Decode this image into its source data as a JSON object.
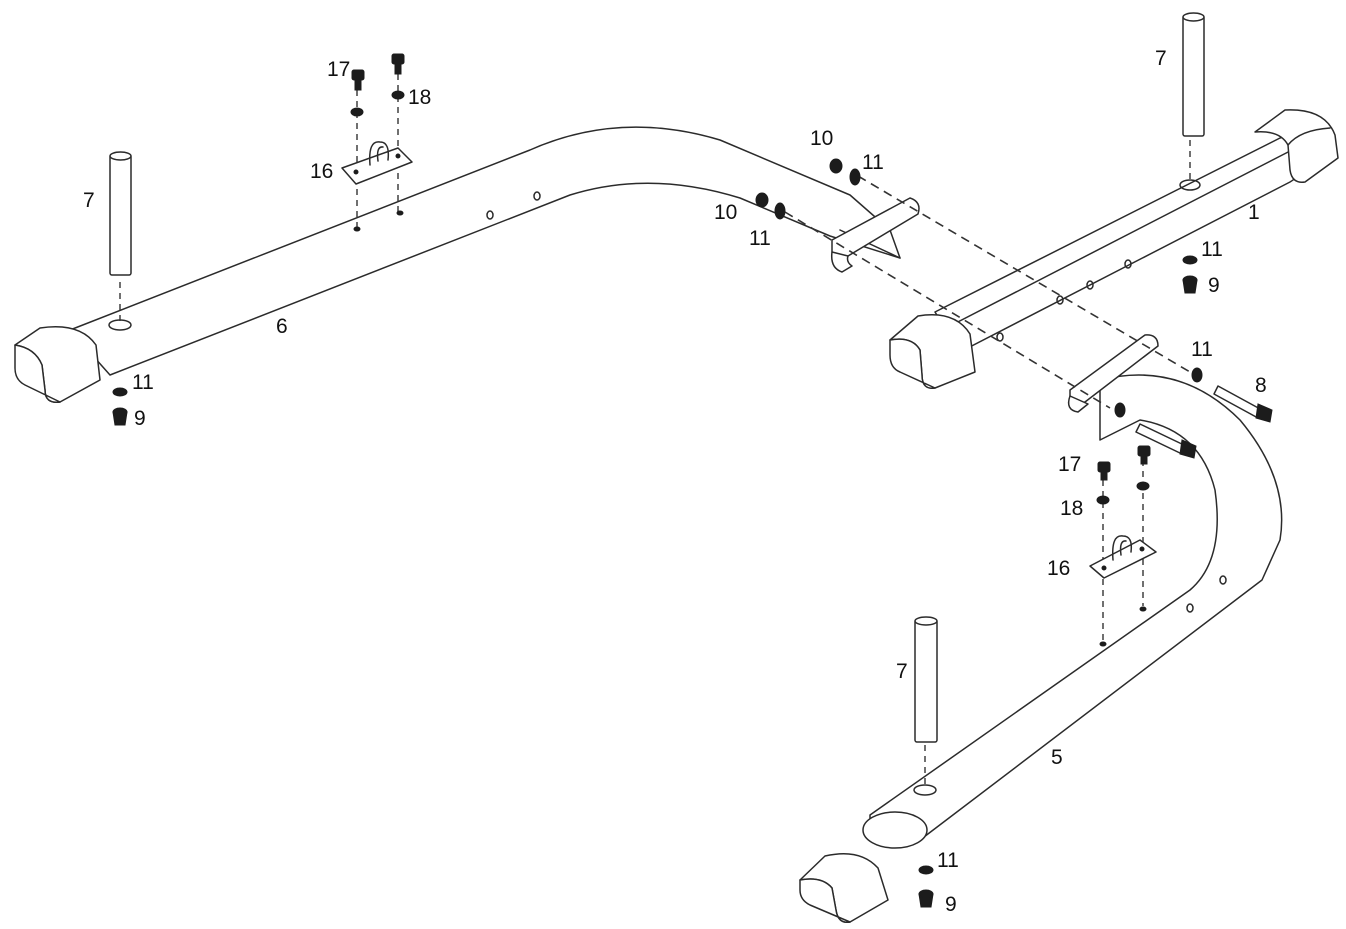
{
  "labels": {
    "top_left_17": "17",
    "top_left_18": "18",
    "top_left_16": "16",
    "left_post_7": "7",
    "left_bar_6": "6",
    "left_foot_11": "11",
    "left_foot_9": "9",
    "center_10a": "10",
    "center_11a": "11",
    "center_10b": "10",
    "center_11b": "11",
    "right_post_7": "7",
    "right_bar_1": "1",
    "right_11": "11",
    "right_9": "9",
    "bolt_11": "11",
    "bolt_8": "8",
    "mid_17": "17",
    "mid_18": "18",
    "mid_16": "16",
    "bottom_post_7": "7",
    "bottom_bar_5": "5",
    "bottom_11": "11",
    "bottom_9": "9"
  },
  "colors": {
    "line": "#2b2b2b",
    "background": "#ffffff",
    "hardware": "#1c1c1c"
  }
}
